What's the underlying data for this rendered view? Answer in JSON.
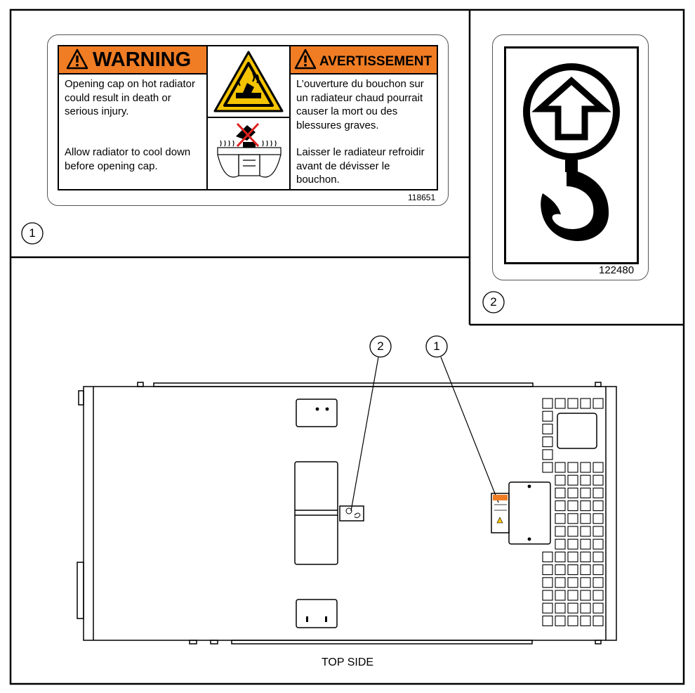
{
  "warning_decal": {
    "header_en": "WARNING",
    "text_en_1": "Opening cap on hot radiator could result in death or serious injury.",
    "text_en_2": "Allow radiator to cool down before opening cap.",
    "header_fr": "AVERTISSEMENT",
    "text_fr_1": "L’ouverture du bouchon sur un radiateur chaud pourrait causer la mort ou des blessures graves.",
    "text_fr_2": "Laisser le radiateur refroidir avant de dévisser le bouchon.",
    "part_number": "118651",
    "header_color": "#f07d24",
    "symbol_color": "#f5c400",
    "icons": [
      "caution-triangle-icon",
      "hot-radiator-burn-icon",
      "no-open-hot-cap-icon"
    ]
  },
  "lift_decal": {
    "part_number": "122480",
    "icons": [
      "lift-up-arrow-icon",
      "lifting-hook-icon"
    ]
  },
  "callouts": {
    "panel1_label": "1",
    "panel2_label": "2",
    "machine_label_2": "2",
    "machine_label_1": "1"
  },
  "caption": "TOP SIDE"
}
